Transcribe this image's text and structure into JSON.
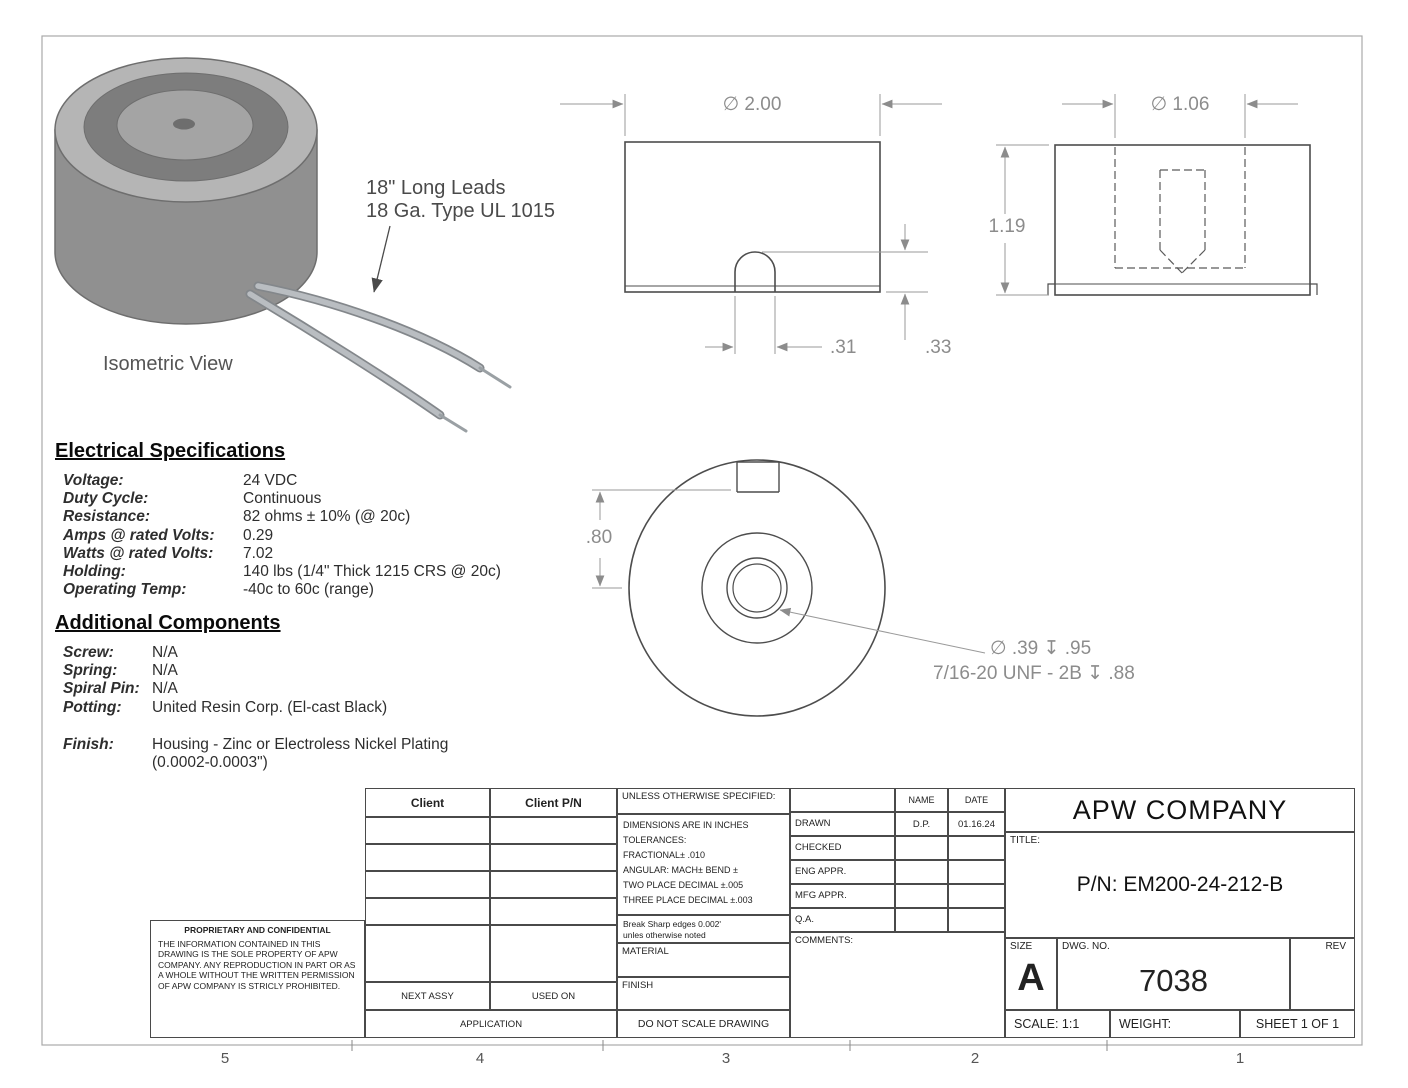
{
  "drawing": {
    "isometric_label": "Isometric View",
    "leads_note_1": "18\" Long Leads",
    "leads_note_2": "18 Ga. Type UL 1015",
    "front": {
      "dia": "∅ 2.00",
      "dim_width": ".31",
      "dim_height": ".33"
    },
    "side": {
      "dia": "∅ 1.06",
      "height": "1.19"
    },
    "bottom": {
      "dim": ".80",
      "thread_note_1": "∅ .39  ↧ .95",
      "thread_note_2": "7/16-20 UNF - 2B  ↧ .88"
    }
  },
  "electrical": {
    "title": "Electrical Specifications",
    "rows": [
      {
        "label": "Voltage:",
        "value": "24 VDC"
      },
      {
        "label": "Duty Cycle:",
        "value": "Continuous"
      },
      {
        "label": "Resistance:",
        "value": "82 ohms ± 10% (@ 20c)"
      },
      {
        "label": "Amps @ rated Volts:",
        "value": "0.29"
      },
      {
        "label": "Watts @ rated Volts:",
        "value": "7.02"
      },
      {
        "label": "Holding:",
        "value": "140 lbs (1/4\" Thick 1215 CRS @ 20c)"
      },
      {
        "label": "Operating Temp:",
        "value": "-40c to 60c (range)"
      }
    ]
  },
  "additional": {
    "title": "Additional Components",
    "rows": [
      {
        "label": "Screw:",
        "value": "N/A"
      },
      {
        "label": "Spring:",
        "value": "N/A"
      },
      {
        "label": "Spiral Pin:",
        "value": "N/A"
      },
      {
        "label": "Potting:",
        "value": "United Resin Corp. (El-cast Black)"
      }
    ],
    "finish_label": "Finish:",
    "finish_value_1": "Housing - Zinc or Electroless Nickel Plating",
    "finish_value_2": "(0.0002-0.0003\")"
  },
  "title_block": {
    "client_header": "Client",
    "client_pn_header": "Client P/N",
    "unless": "UNLESS OTHERWISE SPECIFIED:",
    "tol_lines": [
      "DIMENSIONS ARE IN INCHES",
      "TOLERANCES:",
      "FRACTIONAL± .010",
      "ANGULAR: MACH±     BEND ±",
      "TWO PLACE DECIMAL     ±.005",
      "THREE PLACE DECIMAL  ±.003"
    ],
    "break_note_1": "Break Sharp edges 0.002'",
    "break_note_2": "unles otherwise noted",
    "material_label": "MATERIAL",
    "finish_label": "FINISH",
    "do_not_scale": "DO NOT SCALE DRAWING",
    "name_header": "NAME",
    "date_header": "DATE",
    "approvals": [
      {
        "label": "DRAWN",
        "name": "D.P.",
        "date": "01.16.24"
      },
      {
        "label": "CHECKED",
        "name": "",
        "date": ""
      },
      {
        "label": "ENG APPR.",
        "name": "",
        "date": ""
      },
      {
        "label": "MFG APPR.",
        "name": "",
        "date": ""
      },
      {
        "label": "Q.A.",
        "name": "",
        "date": ""
      }
    ],
    "comments_label": "COMMENTS:",
    "company": "APW COMPANY",
    "title_label": "TITLE:",
    "part_number": "P/N: EM200-24-212-B",
    "size_label": "SIZE",
    "size_value": "A",
    "dwg_label": "DWG.  NO.",
    "dwg_number": "7038",
    "rev_label": "REV",
    "scale": "SCALE: 1:1",
    "weight": "WEIGHT:",
    "sheet": "SHEET 1 OF 1",
    "next_assy": "NEXT ASSY",
    "used_on": "USED ON",
    "application": "APPLICATION",
    "proprietary_title": "PROPRIETARY AND CONFIDENTIAL",
    "proprietary_body": "THE INFORMATION CONTAINED IN THIS DRAWING IS THE SOLE PROPERTY OF APW COMPANY.  ANY REPRODUCTION IN PART OR AS A WHOLE WITHOUT THE WRITTEN PERMISSION OF APW COMPANY IS STRICLY PROHIBITED."
  },
  "ruler": [
    "5",
    "4",
    "3",
    "2",
    "1"
  ]
}
